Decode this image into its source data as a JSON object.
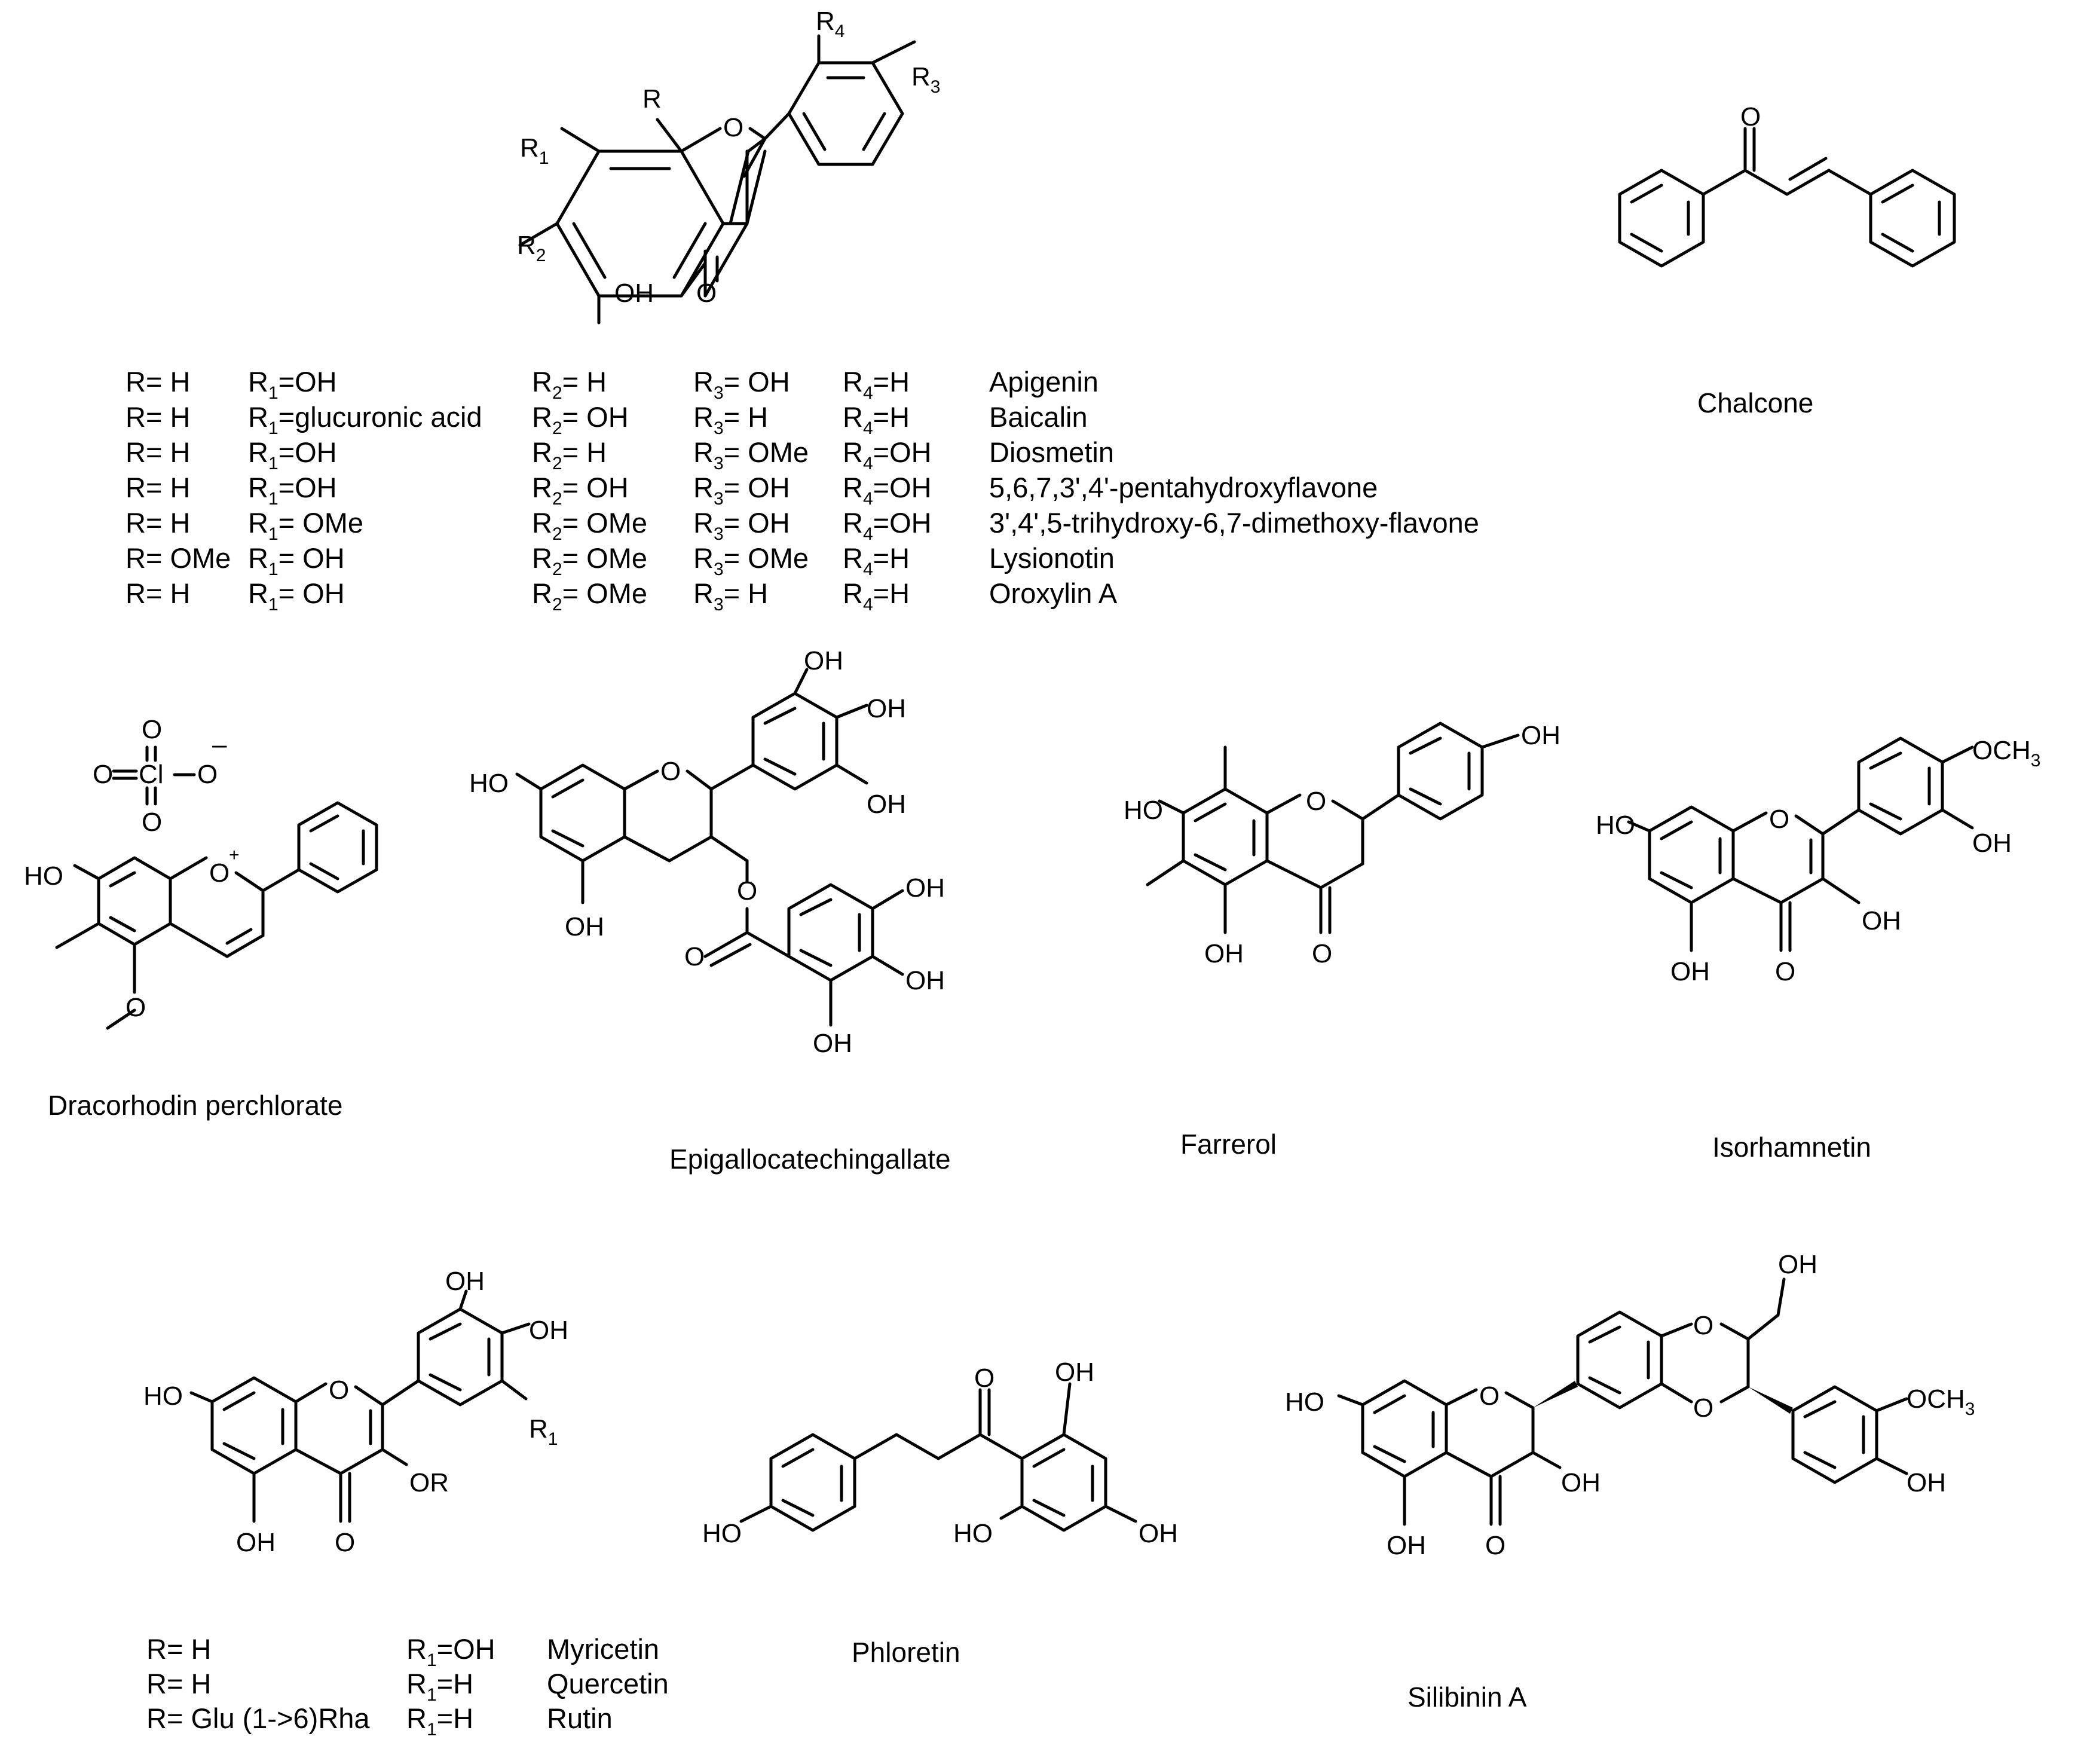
{
  "flavone_table": {
    "scaffold_labels": {
      "r": "R",
      "r1": "R1",
      "r2": "R2",
      "r3": "R3",
      "r4": "R4",
      "oh": "OH",
      "o_ring": "O",
      "o_carbonyl": "O"
    },
    "rows": [
      {
        "r": "R= H",
        "r1": "R1=OH",
        "r2": "R2= H",
        "r3": "R3= OH",
        "r4": "R4=H",
        "name": "Apigenin"
      },
      {
        "r": "R= H",
        "r1": "R1=glucuronic acid",
        "r2": "R2= OH",
        "r3": "R3= H",
        "r4": "R4=H",
        "name": "Baicalin"
      },
      {
        "r": "R= H",
        "r1": "R1=OH",
        "r2": "R2= H",
        "r3": "R3= OMe",
        "r4": "R4=OH",
        "name": "Diosmetin"
      },
      {
        "r": "R= H",
        "r1": "R1=OH",
        "r2": "R2= OH",
        "r3": "R3= OH",
        "r4": "R4=OH",
        "name": "5,6,7,3',4'-pentahydroxyflavone"
      },
      {
        "r": "R= H",
        "r1": "R1= OMe",
        "r2": "R2= OMe",
        "r3": "R3= OH",
        "r4": "R4=OH",
        "name": "3',4',5-trihydroxy-6,7-dimethoxy-flavone"
      },
      {
        "r": "R= OMe",
        "r1": "R1= OH",
        "r2": "R2= OMe",
        "r3": "R3= OMe",
        "r4": "R4=H",
        "name": "Lysionotin"
      },
      {
        "r": "R= H",
        "r1": "R1= OH",
        "r2": "R2= OMe",
        "r3": "R3= H",
        "r4": "R4=H",
        "name": "Oroxylin A"
      }
    ]
  },
  "chalcone": {
    "name": "Chalcone",
    "o": "O"
  },
  "dracorhodin": {
    "name": "Dracorhodin perchlorate",
    "ho": "HO",
    "o_ring": "O",
    "plus": "+",
    "minus": "–",
    "cl": "Cl",
    "o": "O"
  },
  "egcg": {
    "name": "Epigallocatechingallate",
    "ho": "HO",
    "oh": "OH",
    "o": "O"
  },
  "farrerol": {
    "name": "Farrerol",
    "ho": "HO",
    "oh": "OH",
    "o": "O"
  },
  "isorhamnetin": {
    "name": "Isorhamnetin",
    "ho": "HO",
    "oh": "OH",
    "o": "O",
    "och3": "OCH3"
  },
  "myricetin_table": {
    "scaffold_labels": {
      "ho": "HO",
      "oh": "OH",
      "o": "O",
      "or": "OR",
      "r1": "R1"
    },
    "rows": [
      {
        "r": "R= H",
        "r1": "R1=OH",
        "name": "Myricetin"
      },
      {
        "r": "R= H",
        "r1": "R1=H",
        "name": "Quercetin"
      },
      {
        "r": "R= Glu (1->6)Rha",
        "r1": "R1=H",
        "name": "Rutin"
      }
    ]
  },
  "phloretin": {
    "name": "Phloretin",
    "ho": "HO",
    "oh": "OH",
    "o": "O"
  },
  "silibinin": {
    "name": "Silibinin A",
    "ho": "HO",
    "oh": "OH",
    "o": "O",
    "och3": "OCH3"
  }
}
